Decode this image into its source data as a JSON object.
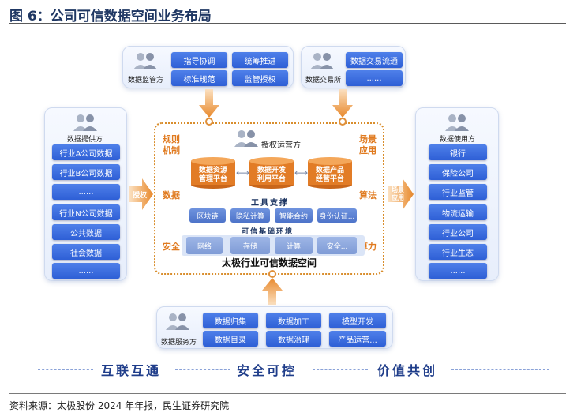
{
  "figure": {
    "title": "图 6：公司可信数据空间业务布局",
    "source": "资料来源：太极股份 2024 年年报，民生证券研究院"
  },
  "regulator": {
    "role": "数据监管方",
    "items": [
      "指导协调",
      "统筹推进",
      "标准规范",
      "监管授权"
    ]
  },
  "exchange": {
    "role": "数据交易所",
    "items": [
      "数据交易流通",
      "......"
    ]
  },
  "provider": {
    "role": "数据提供方",
    "items": [
      "行业A公司数据",
      "行业B公司数据",
      "......",
      "行业N公司数据",
      "公共数据",
      "社会数据",
      "......"
    ]
  },
  "user": {
    "role": "数据使用方",
    "items": [
      "银行",
      "保险公司",
      "行业监管",
      "物流运输",
      "行业公司",
      "行业生态",
      "......"
    ]
  },
  "service": {
    "role": "数据服务方",
    "items": [
      "数据归集",
      "数据加工",
      "模型开发",
      "数据目录",
      "数据治理",
      "产品运营..."
    ]
  },
  "core": {
    "operator": "授权运营方",
    "platforms": [
      "数据资源\n管理平台",
      "数据开发\n利用平台",
      "数据产品\n经营平台"
    ],
    "left_labels": [
      "规则\n机制",
      "数据",
      "安全"
    ],
    "right_labels": [
      "场景\n应用",
      "算法",
      "算力"
    ],
    "tools_title": "工具支撑",
    "tools": [
      "区块链",
      "隐私计算",
      "智能合约",
      "身份认证..."
    ],
    "infra_title": "可信基础环境",
    "infra": [
      "网络",
      "存储",
      "计算",
      "安全..."
    ],
    "name": "太极行业可信数据空间"
  },
  "arrows": {
    "left": "授权",
    "right": "场景\n应用"
  },
  "slogans": [
    "互联互通",
    "安全可控",
    "价值共创"
  ]
}
